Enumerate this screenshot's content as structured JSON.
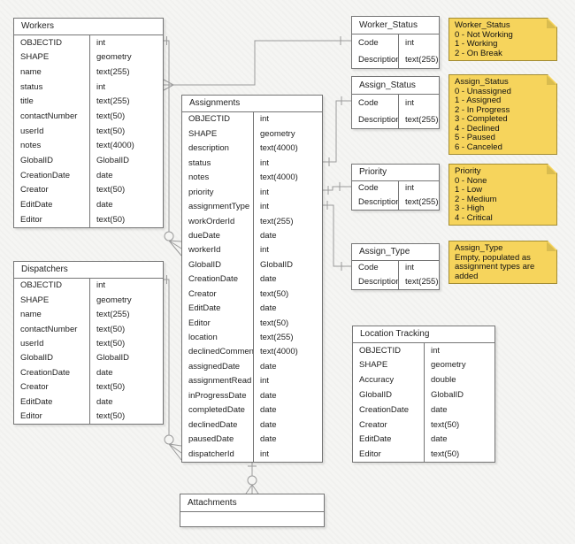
{
  "diagram": {
    "colors": {
      "background": "#f5f5f3",
      "table_fill": "#ffffff",
      "table_border": "#757575",
      "connector": "#9b9b9b",
      "note_fill": "#f6d45c",
      "note_fold": "#d9bc4f",
      "note_border": "#a38d35",
      "text": "#1f1f1f"
    },
    "tables": [
      {
        "id": "workers",
        "title": "Workers",
        "fields": [
          [
            "OBJECTID",
            "int"
          ],
          [
            "SHAPE",
            "geometry"
          ],
          [
            "name",
            "text(255)"
          ],
          [
            "status",
            "int"
          ],
          [
            "title",
            "text(255)"
          ],
          [
            "contactNumber",
            "text(50)"
          ],
          [
            "userId",
            "text(50)"
          ],
          [
            "notes",
            "text(4000)"
          ],
          [
            "GlobalID",
            "GlobalID"
          ],
          [
            "CreationDate",
            "date"
          ],
          [
            "Creator",
            "text(50)"
          ],
          [
            "EditDate",
            "date"
          ],
          [
            "Editor",
            "text(50)"
          ]
        ]
      },
      {
        "id": "dispatchers",
        "title": "Dispatchers",
        "fields": [
          [
            "OBJECTID",
            "int"
          ],
          [
            "SHAPE",
            "geometry"
          ],
          [
            "name",
            "text(255)"
          ],
          [
            "contactNumber",
            "text(50)"
          ],
          [
            "userId",
            "text(50)"
          ],
          [
            "GlobalID",
            "GlobalID"
          ],
          [
            "CreationDate",
            "date"
          ],
          [
            "Creator",
            "text(50)"
          ],
          [
            "EditDate",
            "date"
          ],
          [
            "Editor",
            "text(50)"
          ]
        ]
      },
      {
        "id": "assignments",
        "title": "Assignments",
        "fields": [
          [
            "OBJECTID",
            "int"
          ],
          [
            "SHAPE",
            "geometry"
          ],
          [
            "description",
            "text(4000)"
          ],
          [
            "status",
            "int"
          ],
          [
            "notes",
            "text(4000)"
          ],
          [
            "priority",
            "int"
          ],
          [
            "assignmentType",
            "int"
          ],
          [
            "workOrderId",
            "text(255)"
          ],
          [
            "dueDate",
            "date"
          ],
          [
            "workerId",
            "int"
          ],
          [
            "GlobalID",
            "GlobalID"
          ],
          [
            "CreationDate",
            "date"
          ],
          [
            "Creator",
            "text(50)"
          ],
          [
            "EditDate",
            "date"
          ],
          [
            "Editor",
            "text(50)"
          ],
          [
            "location",
            "text(255)"
          ],
          [
            "declinedComment",
            "text(4000)"
          ],
          [
            "assignedDate",
            "date"
          ],
          [
            "assignmentRead",
            "int"
          ],
          [
            "inProgressDate",
            "date"
          ],
          [
            "completedDate",
            "date"
          ],
          [
            "declinedDate",
            "date"
          ],
          [
            "pausedDate",
            "date"
          ],
          [
            "dispatcherId",
            "int"
          ]
        ]
      },
      {
        "id": "worker_status",
        "title": "Worker_Status",
        "fields": [
          [
            "Code",
            "int"
          ],
          [
            "Description",
            "text(255)"
          ]
        ]
      },
      {
        "id": "assign_status",
        "title": "Assign_Status",
        "fields": [
          [
            "Code",
            "int"
          ],
          [
            "Description",
            "text(255)"
          ]
        ]
      },
      {
        "id": "priority",
        "title": "Priority",
        "fields": [
          [
            "Code",
            "int"
          ],
          [
            "Description",
            "text(255)"
          ]
        ]
      },
      {
        "id": "assign_type",
        "title": "Assign_Type",
        "fields": [
          [
            "Code",
            "int"
          ],
          [
            "Description",
            "text(255)"
          ]
        ]
      },
      {
        "id": "location_tracking",
        "title": "Location Tracking",
        "fields": [
          [
            "OBJECTID",
            "int"
          ],
          [
            "SHAPE",
            "geometry"
          ],
          [
            "Accuracy",
            "double"
          ],
          [
            "GlobalID",
            "GlobalID"
          ],
          [
            "CreationDate",
            "date"
          ],
          [
            "Creator",
            "text(50)"
          ],
          [
            "EditDate",
            "date"
          ],
          [
            "Editor",
            "text(50)"
          ]
        ]
      },
      {
        "id": "attachments",
        "title": "Attachments",
        "fields": []
      }
    ],
    "notes": [
      {
        "id": "worker-status-note",
        "lines": [
          "Worker_Status",
          "0 - Not Working",
          "1 - Working",
          "2 - On Break"
        ]
      },
      {
        "id": "assign-status-note",
        "lines": [
          "Assign_Status",
          "0 - Unassigned",
          "1 - Assigned",
          "2 - In Progress",
          "3 - Completed",
          "4 - Declined",
          "5 - Paused",
          "6 - Canceled"
        ]
      },
      {
        "id": "priority-note",
        "lines": [
          "Priority",
          "0 - None",
          "1 - Low",
          "2 - Medium",
          "3 - High",
          "4 - Critical"
        ]
      },
      {
        "id": "assign-type-note",
        "lines": [
          "Assign_Type",
          "Empty, populated as assignment types are added"
        ]
      }
    ],
    "relationships": [
      {
        "from": "Workers.status",
        "to": "Worker_Status.Code",
        "from_end": "many",
        "to_end": "one"
      },
      {
        "from": "Workers.OBJECTID",
        "to": "Assignments.workerId",
        "from_end": "one",
        "to_end": "zero-or-many"
      },
      {
        "from": "Dispatchers.OBJECTID",
        "to": "Assignments.dispatcherId",
        "from_end": "one",
        "to_end": "zero-or-many"
      },
      {
        "from": "Assignments.status",
        "to": "Assign_Status.Code",
        "from_end": "one",
        "to_end": "one"
      },
      {
        "from": "Assignments.priority",
        "to": "Priority.Code",
        "from_end": "one",
        "to_end": "one"
      },
      {
        "from": "Assignments.assignmentType",
        "to": "Assign_Type.Code",
        "from_end": "one",
        "to_end": "one"
      },
      {
        "from": "Assignments",
        "to": "Attachments",
        "from_end": "one",
        "to_end": "zero-or-many"
      }
    ]
  }
}
